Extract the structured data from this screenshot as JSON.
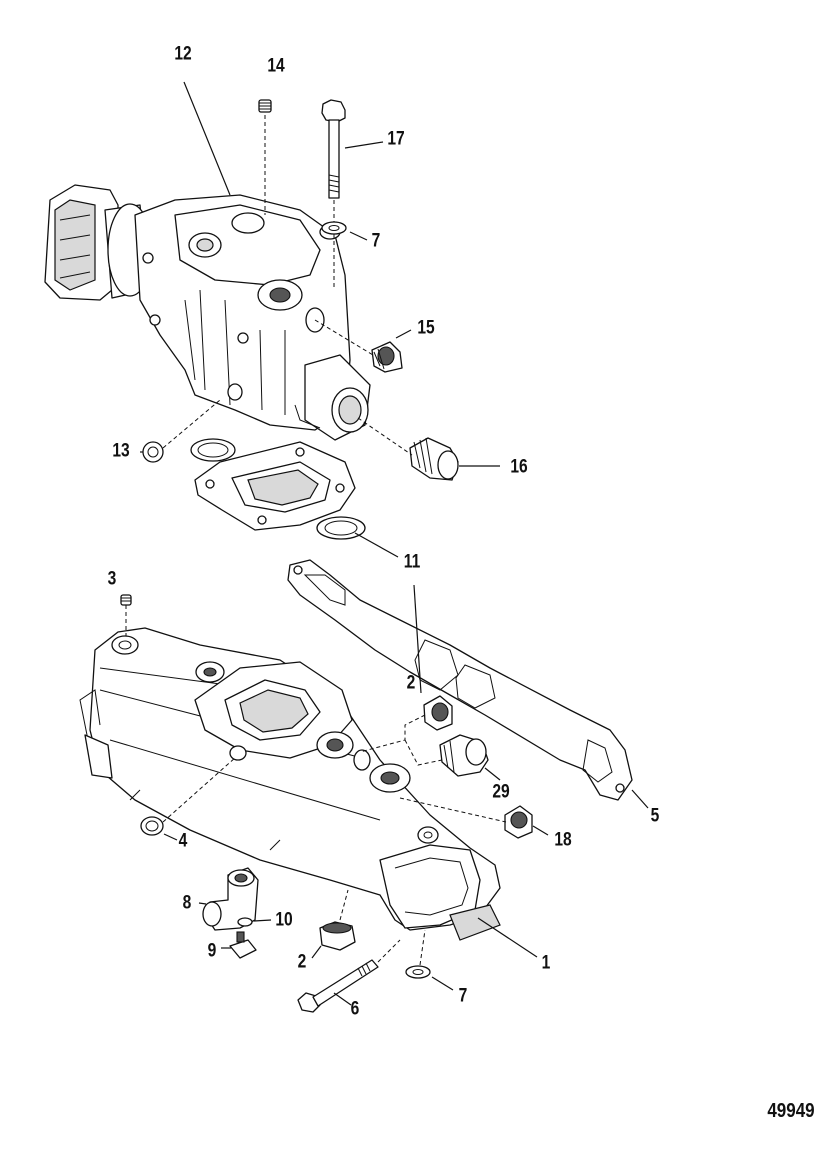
{
  "callouts": {
    "c1": "1",
    "c2a": "2",
    "c2b": "2",
    "c3": "3",
    "c4": "4",
    "c5": "5",
    "c6": "6",
    "c7a": "7",
    "c7b": "7",
    "c8": "8",
    "c9": "9",
    "c10": "10",
    "c11": "11",
    "c12": "12",
    "c13": "13",
    "c14": "14",
    "c15": "15",
    "c16": "16",
    "c17": "17",
    "c18": "18",
    "c29": "29"
  },
  "figure_id": "49949"
}
